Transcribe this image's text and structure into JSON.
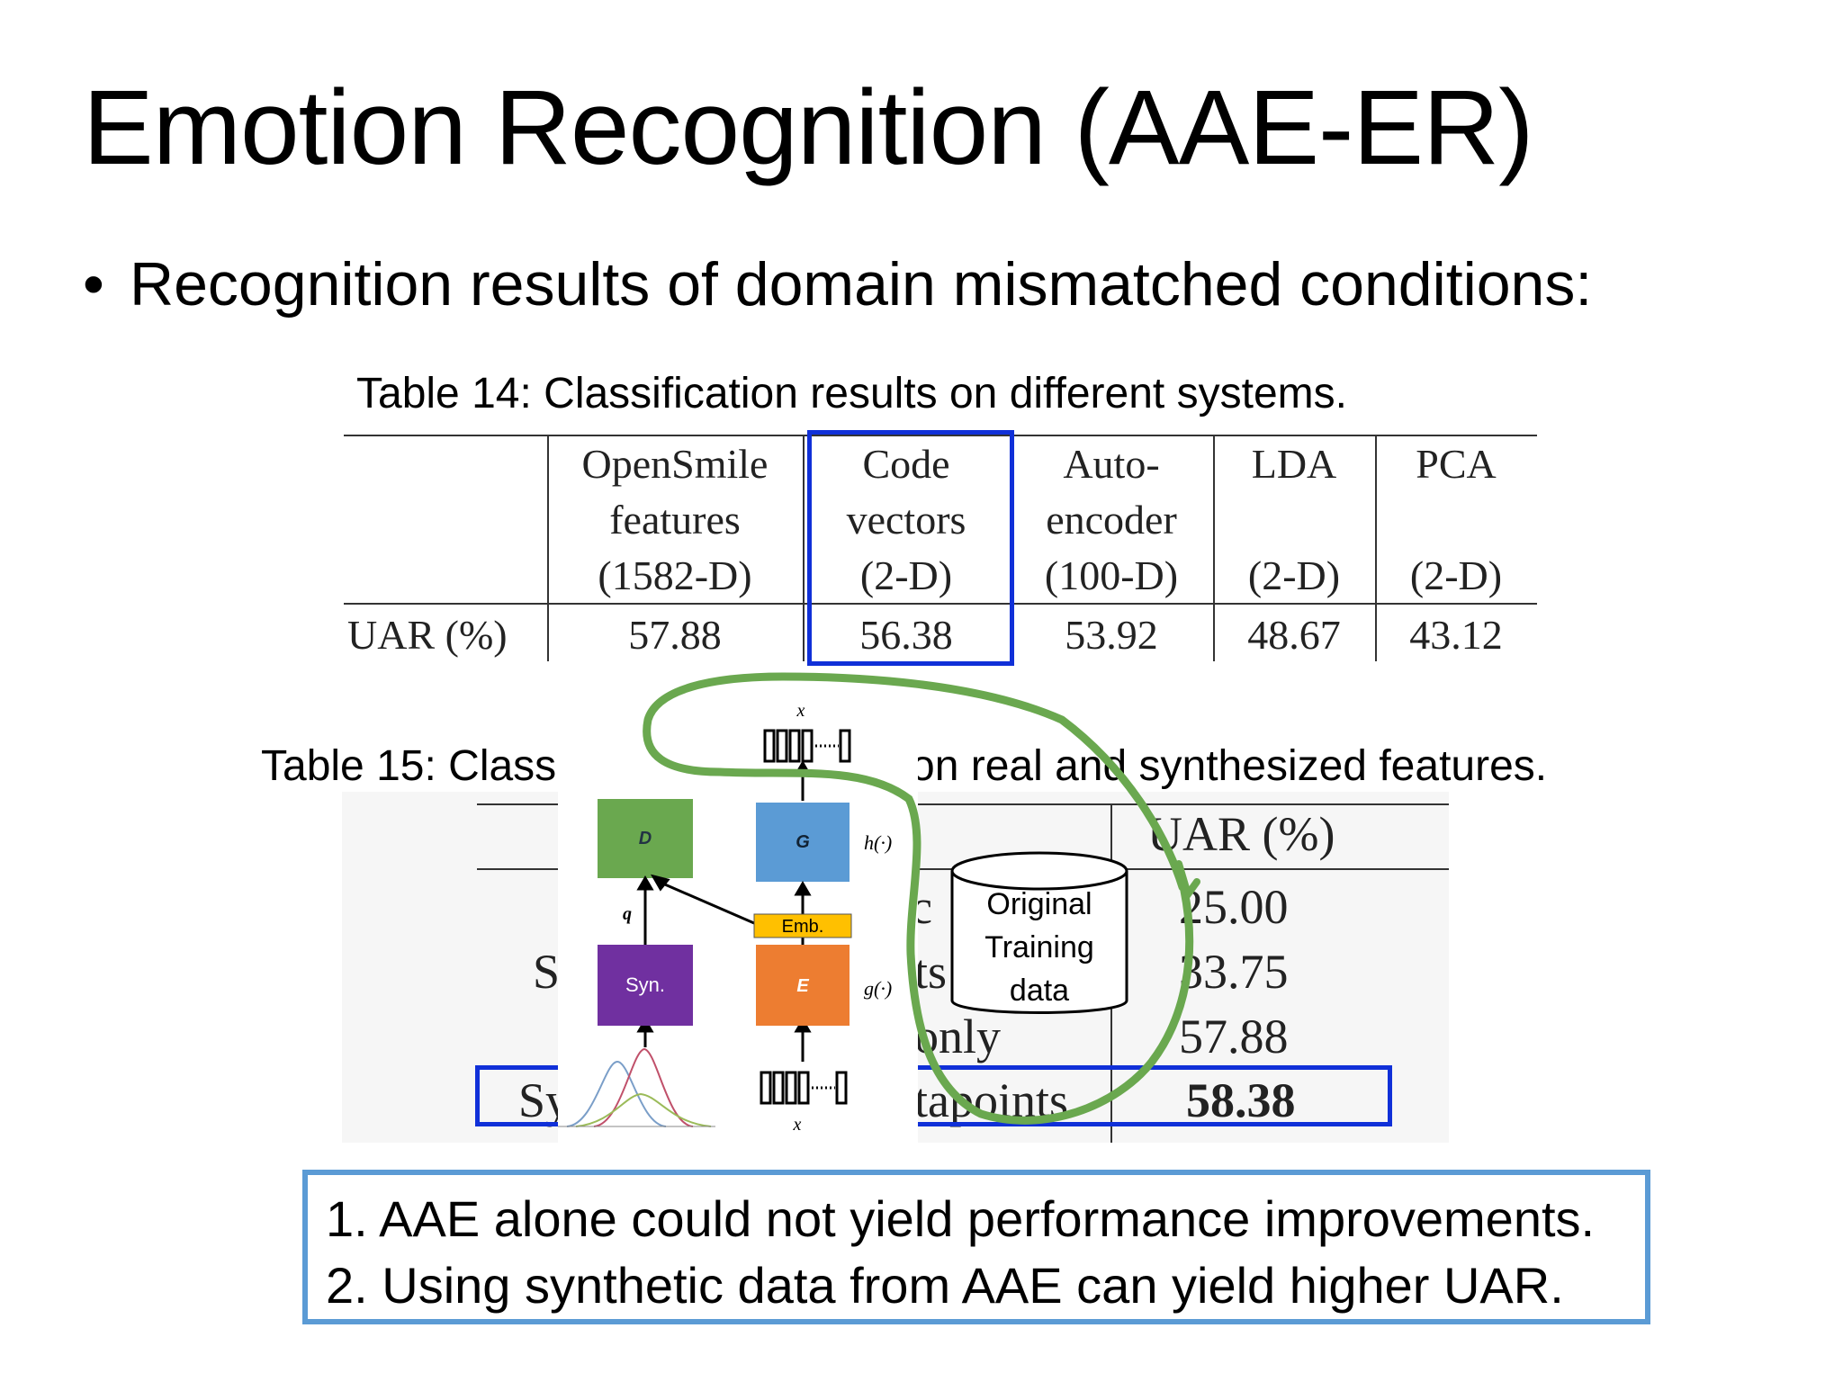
{
  "slide": {
    "title": "Emotion Recognition (AAE-ER)",
    "bullet": "Recognition results of domain mismatched conditions:"
  },
  "table14": {
    "caption": "Table 14: Classification results on different systems.",
    "row_label": "UAR (%)",
    "columns": [
      {
        "line1": "OpenSmile",
        "line2": "features",
        "line3": "(1582-D)",
        "value": "57.88"
      },
      {
        "line1": "Code",
        "line2": "vectors",
        "line3": "(2-D)",
        "value": "56.38"
      },
      {
        "line1": "Auto-",
        "line2": "encoder",
        "line3": "(100-D)",
        "value": "53.92"
      },
      {
        "line1": "LDA",
        "line2": "",
        "line3": "(2-D)",
        "value": "48.67"
      },
      {
        "line1": "PCA",
        "line2": "",
        "line3": "(2-D)",
        "value": "43.12"
      }
    ],
    "highlight_color": "#1030d8"
  },
  "table15": {
    "caption_left": "Table 15: Class",
    "caption_right": "on real and synthesized features.",
    "header": "UAR (%)",
    "rows": [
      {
        "left": "",
        "mid": "c",
        "value": "25.00"
      },
      {
        "left": "S",
        "mid": "ts",
        "value": "33.75"
      },
      {
        "left": "",
        "mid": "only",
        "value": "57.88"
      },
      {
        "left": "Sy",
        "mid": "tapoints",
        "value": "58.38"
      }
    ]
  },
  "diagram": {
    "x_top": "x",
    "x_bottom": "x",
    "D": "D",
    "G": "G",
    "E": "E",
    "syn": "Syn.",
    "emb": "Emb.",
    "q": "q",
    "h": "h(·)",
    "g": "g(·)",
    "colors": {
      "D": "#6aa84f",
      "G": "#5b9bd5",
      "E": "#ed7d31",
      "syn": "#7030a0",
      "emb": "#ffc000"
    }
  },
  "annotation": {
    "cylinder_line1": "Original",
    "cylinder_line2": "Training",
    "cylinder_line3": "data",
    "ink_color": "#6aa84f"
  },
  "takeaway": {
    "line1": "1. AAE alone could not yield performance improvements.",
    "line2": "2. Using synthetic data from AAE can yield higher UAR.",
    "border_color": "#5b9bd5"
  }
}
